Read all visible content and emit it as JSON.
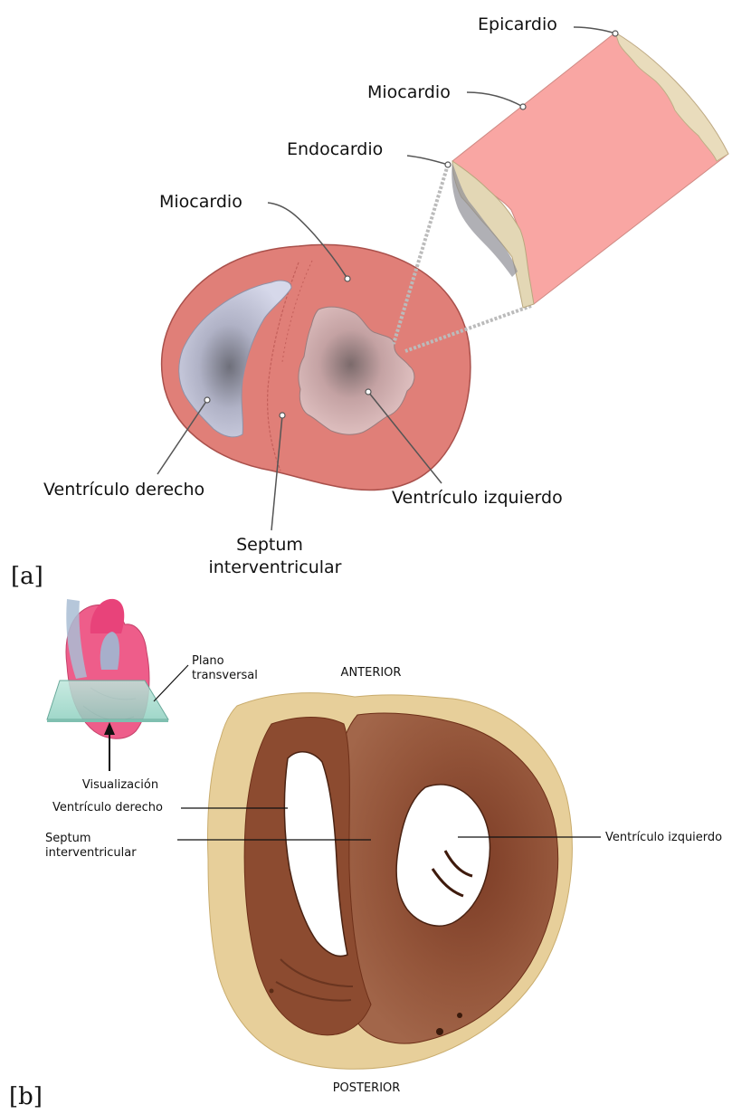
{
  "panel_a": {
    "tag": "[a]",
    "labels": {
      "epicardio": "Epicardio",
      "miocardio_top": "Miocardio",
      "endocardio": "Endocardio",
      "miocardio_left": "Miocardio",
      "ventriculo_derecho": "Ventrículo derecho",
      "septum_line1": "Septum",
      "septum_line2": "interventricular",
      "ventriculo_izquierdo": "Ventrículo izquierdo"
    }
  },
  "panel_b": {
    "tag": "[b]",
    "labels": {
      "plano_line1": "Plano",
      "plano_line2": "transversal",
      "anterior": "ANTERIOR",
      "visualizacion": "Visualización",
      "ventriculo_derecho": "Ventrículo derecho",
      "septum_line1": "Septum",
      "septum_line2": "interventricular",
      "ventriculo_izquierdo": "Ventrículo izquierdo",
      "posterior": "POSTERIOR"
    }
  },
  "colors": {
    "myocardium": "#e07f78",
    "myocardium_edge": "#b8534e",
    "wall_pink": "#f9a6a3",
    "epicardium": "#e9dcbc",
    "rv_cavity": "#c9cbdf",
    "lv_cavity": "#d9b5b6",
    "specimen_fat": "#e7cf9a",
    "specimen_muscle": "#8e4a2f",
    "heart_pink": "#ee5d8a"
  }
}
